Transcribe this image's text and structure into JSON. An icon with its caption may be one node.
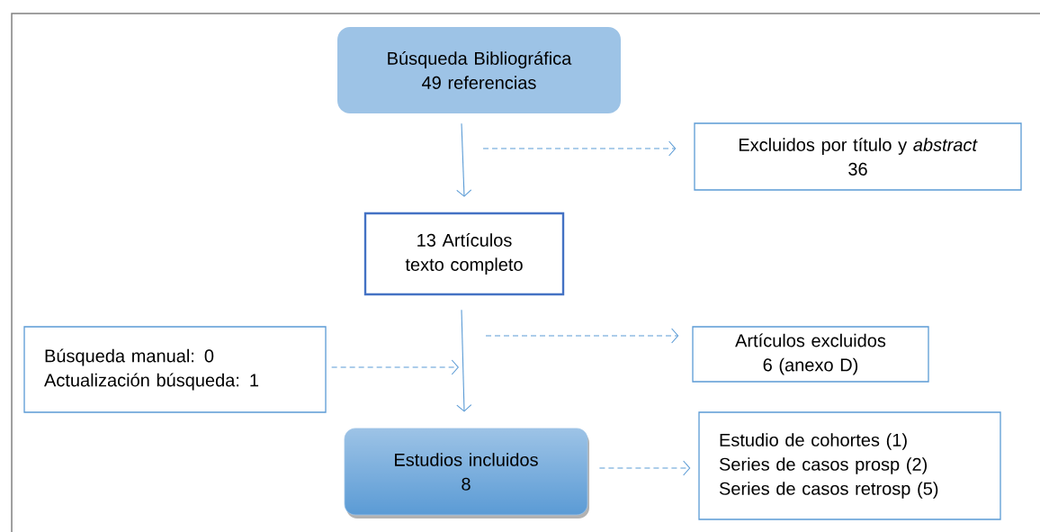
{
  "diagram": {
    "nodes": [
      {
        "text": [
          "Búsqueda Bibliográfica",
          "49 referencias"
        ]
      },
      {
        "text": [
          "Excluidos por título y *abstract*",
          "36"
        ]
      },
      {
        "text": [
          "13 Artículos texto completo"
        ]
      },
      {
        "text": [
          "Artículos excluidos",
          "6 (anexo D)"
        ]
      },
      {
        "text": [
          "Búsqueda manual: 0",
          "Actualización búsqueda: 1"
        ]
      },
      {
        "text": [
          "Estudios incluidos",
          "8"
        ]
      },
      {
        "text": [
          "Estudio de cohortes (1)",
          "Series de casos prosp (2)",
          "Series de casos retrosp (5)"
        ]
      }
    ],
    "edges": [
      {
        "from": 0,
        "to": 2,
        "arrow": "to"
      },
      {
        "from": null,
        "to": 1,
        "arrow": "to",
        "style": "dashed"
      },
      {
        "from": 2,
        "to": 5,
        "arrow": "to"
      },
      {
        "from": null,
        "to": 3,
        "arrow": "to",
        "style": "dashed"
      },
      {
        "from": 4,
        "to": null,
        "arrow": "to",
        "style": "dashed"
      },
      {
        "from": 5,
        "to": 6,
        "arrow": "to",
        "style": "dashed"
      }
    ]
  }
}
